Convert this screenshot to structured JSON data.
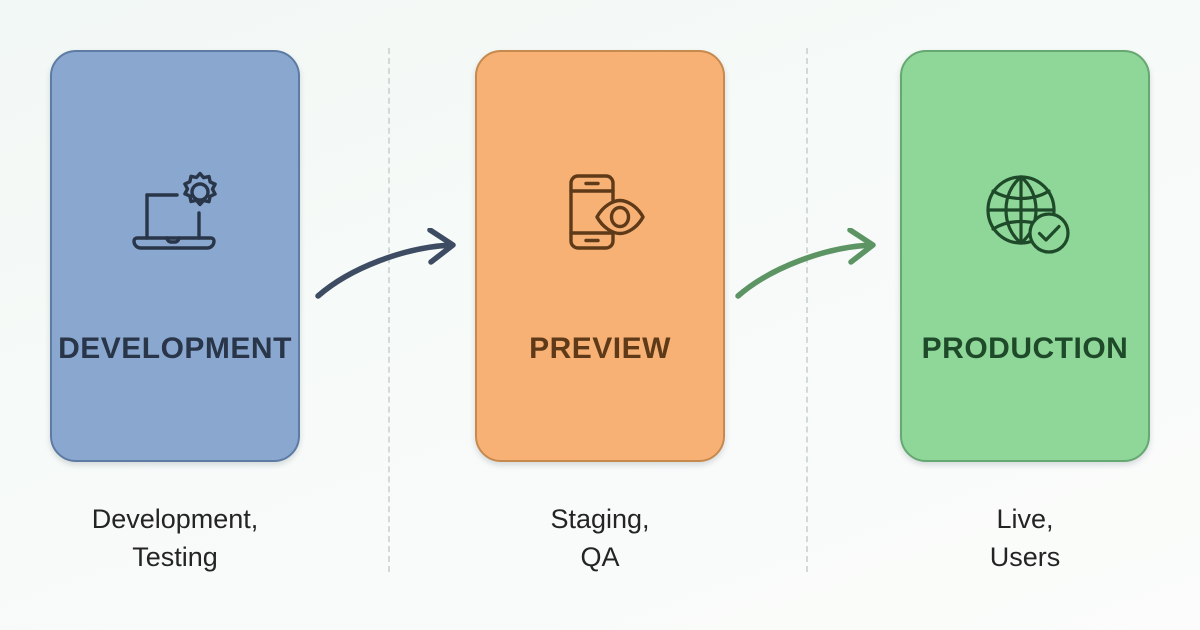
{
  "diagram_data": {
    "type": "diagram",
    "subtype": "deployment-pipeline-flow",
    "background_color": "#f4f9f6",
    "stage_count": 3,
    "divider_style": "dashed vertical line",
    "divider_color": "#d2dad8",
    "stages": [
      {
        "label": "DEVELOPMENT",
        "icon": "laptop-gear-icon",
        "card_color": "#8aa8cf",
        "border_color": "#5d7ba3",
        "label_color": "#293548",
        "caption_lines": [
          "Development,",
          "Testing"
        ]
      },
      {
        "label": "PREVIEW",
        "icon": "mobile-eye-icon",
        "card_color": "#f8b174",
        "border_color": "#c78a4e",
        "label_color": "#5e3a18",
        "caption_lines": [
          "Staging,",
          "QA"
        ]
      },
      {
        "label": "PRODUCTION",
        "icon": "globe-check-icon",
        "card_color": "#8fd699",
        "border_color": "#66a872",
        "label_color": "#1f4a2a",
        "caption_lines": [
          "Live,",
          "Users"
        ]
      }
    ],
    "connectors": [
      {
        "name": "arrow-development-to-preview",
        "from": "DEVELOPMENT",
        "to": "PREVIEW",
        "shape": "curved-arrow-right",
        "color": "#3d4c63"
      },
      {
        "name": "arrow-preview-to-production",
        "from": "PREVIEW",
        "to": "PRODUCTION",
        "shape": "curved-arrow-right",
        "color": "#5d9464"
      }
    ]
  }
}
